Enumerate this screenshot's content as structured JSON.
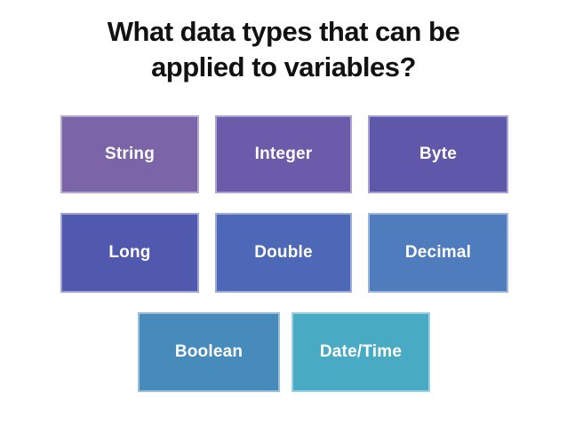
{
  "slide": {
    "title_line1": "What data types that can be",
    "title_line2": "applied to variables?",
    "title_color": "#111111",
    "background_color": "#ffffff",
    "label_color": "#ffffff"
  },
  "boxes": [
    {
      "label": "String",
      "color": "#7b64a8"
    },
    {
      "label": "Integer",
      "color": "#6a5caa"
    },
    {
      "label": "Byte",
      "color": "#5f57a9"
    },
    {
      "label": "Long",
      "color": "#5059ae"
    },
    {
      "label": "Double",
      "color": "#4c68b6"
    },
    {
      "label": "Decimal",
      "color": "#4e7cbc"
    },
    {
      "label": "Boolean",
      "color": "#478abc"
    },
    {
      "label": "Date/Time",
      "color": "#49aac4"
    }
  ]
}
